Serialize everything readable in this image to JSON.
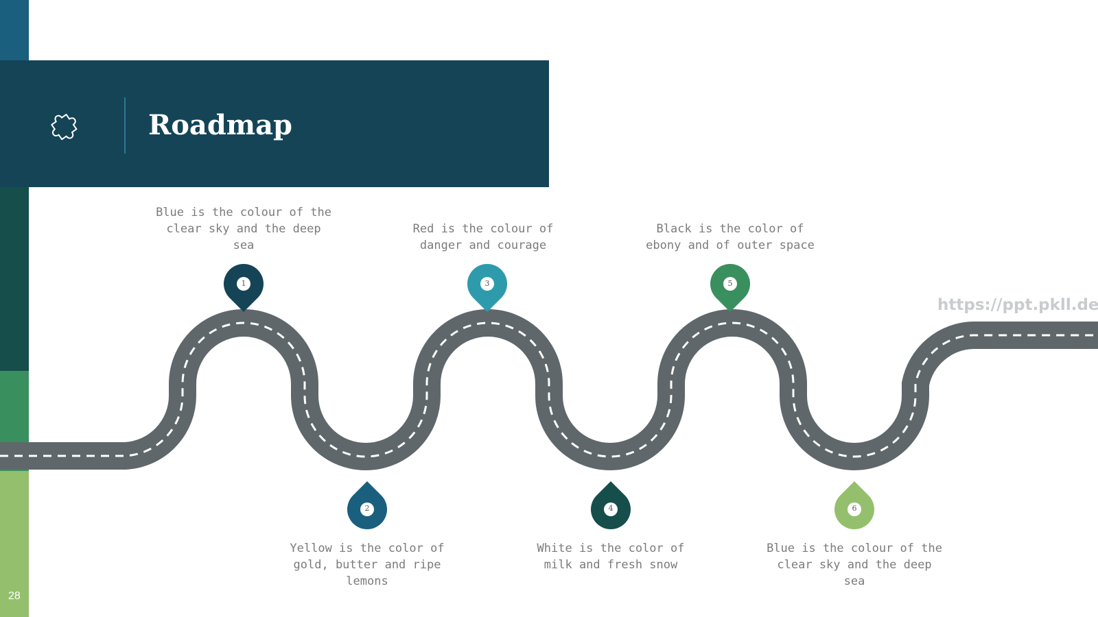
{
  "header": {
    "title": "Roadmap",
    "icon": "puzzle-icon"
  },
  "colors": {
    "header_bg": "#154457",
    "road": "#5f676b",
    "road_dash": "#ffffff",
    "milestone_1": "#154457",
    "milestone_2": "#1a5f7e",
    "milestone_3": "#2e9bad",
    "milestone_4": "#164e4c",
    "milestone_5": "#3a8f5f",
    "milestone_6": "#94c06d"
  },
  "milestones": [
    {
      "number": "1",
      "text": "Blue is the colour of the clear sky and the deep sea"
    },
    {
      "number": "2",
      "text": "Yellow is the color of gold, butter and ripe lemons"
    },
    {
      "number": "3",
      "text": "Red is the colour of danger and courage"
    },
    {
      "number": "4",
      "text": "White is the color of milk and fresh snow"
    },
    {
      "number": "5",
      "text": "Black is the color of ebony and of outer space"
    },
    {
      "number": "6",
      "text": "Blue is the colour of the clear sky and the deep sea"
    }
  ],
  "watermark": "https://ppt.pkll.de",
  "page_number": "28"
}
